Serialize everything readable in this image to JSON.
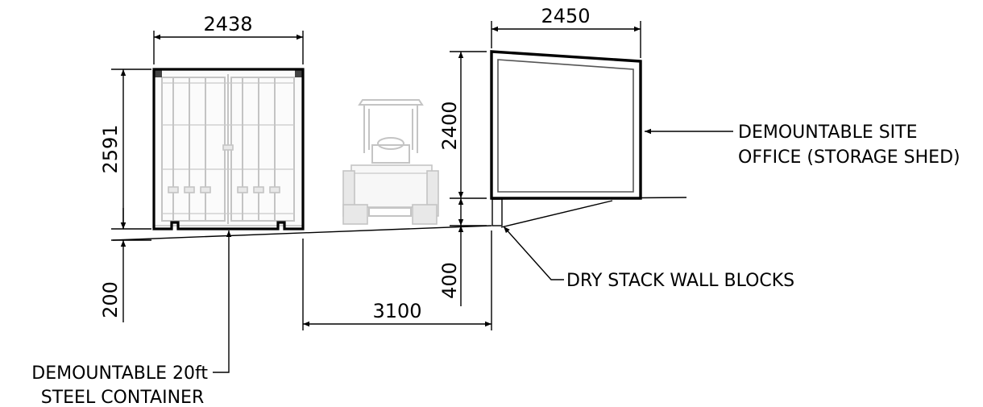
{
  "dimensions": {
    "container_width": "2438",
    "container_height": "2591",
    "container_offset": "200",
    "office_width": "2450",
    "office_height": "2400",
    "office_base": "400",
    "gap": "3100"
  },
  "labels": {
    "office_line1": "DEMOUNTABLE SITE",
    "office_line2": "OFFICE (STORAGE SHED)",
    "wall_blocks": "DRY STACK WALL BLOCKS",
    "container_line1": "DEMOUNTABLE 20ft",
    "container_line2": "STEEL CONTAINER"
  }
}
